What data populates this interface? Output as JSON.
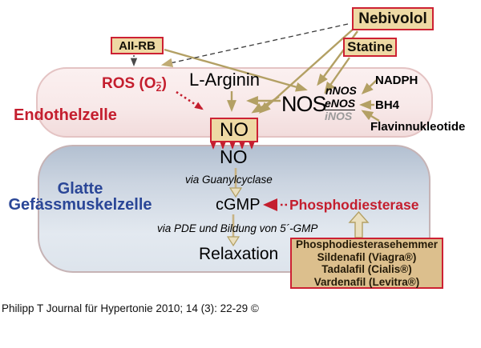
{
  "boxes": {
    "aii_rb": "AII-RB",
    "nebivolol": "Nebivolol",
    "statine": "Statine",
    "no": "NO",
    "pde_inhibitors": {
      "lines": [
        "Phosphodiesterasehemmer",
        "Sildenafil (Viagra®)",
        "Tadalafil (Cialis®)",
        "Vardenafil (Levitra®)"
      ]
    }
  },
  "cells": {
    "endothelial": {
      "label": "Endothelzelle"
    },
    "smooth_muscle": {
      "label_line1": "Glatte",
      "label_line2": "Gefässmuskelzelle"
    }
  },
  "labels": {
    "ros_prefix": "ROS (O",
    "ros_sup": "−",
    "ros_sub": "2",
    "ros_close": ")",
    "l_arginin": "L-Arginin",
    "nos": "NOS",
    "nnos": "nNOS",
    "enos": "eNOS",
    "inos": "iNOS",
    "nadph": "NADPH",
    "bh4": "BH4",
    "flavin": "Flavinnukleotide",
    "no_free": "NO",
    "via_guanylcyclase": "via Guanylcyclase",
    "cgmp": "cGMP",
    "phosphodiesterase": "Phosphodiesterase",
    "via_pde": "via PDE und Bildung von 5´-GMP",
    "relaxation": "Relaxation"
  },
  "caption": "Philipp T Journal für Hypertonie 2010; 14 (3): 22-29 ©",
  "colors": {
    "accent_red": "#c41e2e",
    "box_fill": "#eed9a4",
    "box_fill_dark": "#dcbf8d",
    "box_border": "#cd2133",
    "arrow_tan": "#b3a064",
    "cell_pink": "#f8e9e9",
    "cell_blue": "#ccd5e1",
    "muscle_label_blue": "#2a4697",
    "inos_gray": "#9a9a9a"
  }
}
